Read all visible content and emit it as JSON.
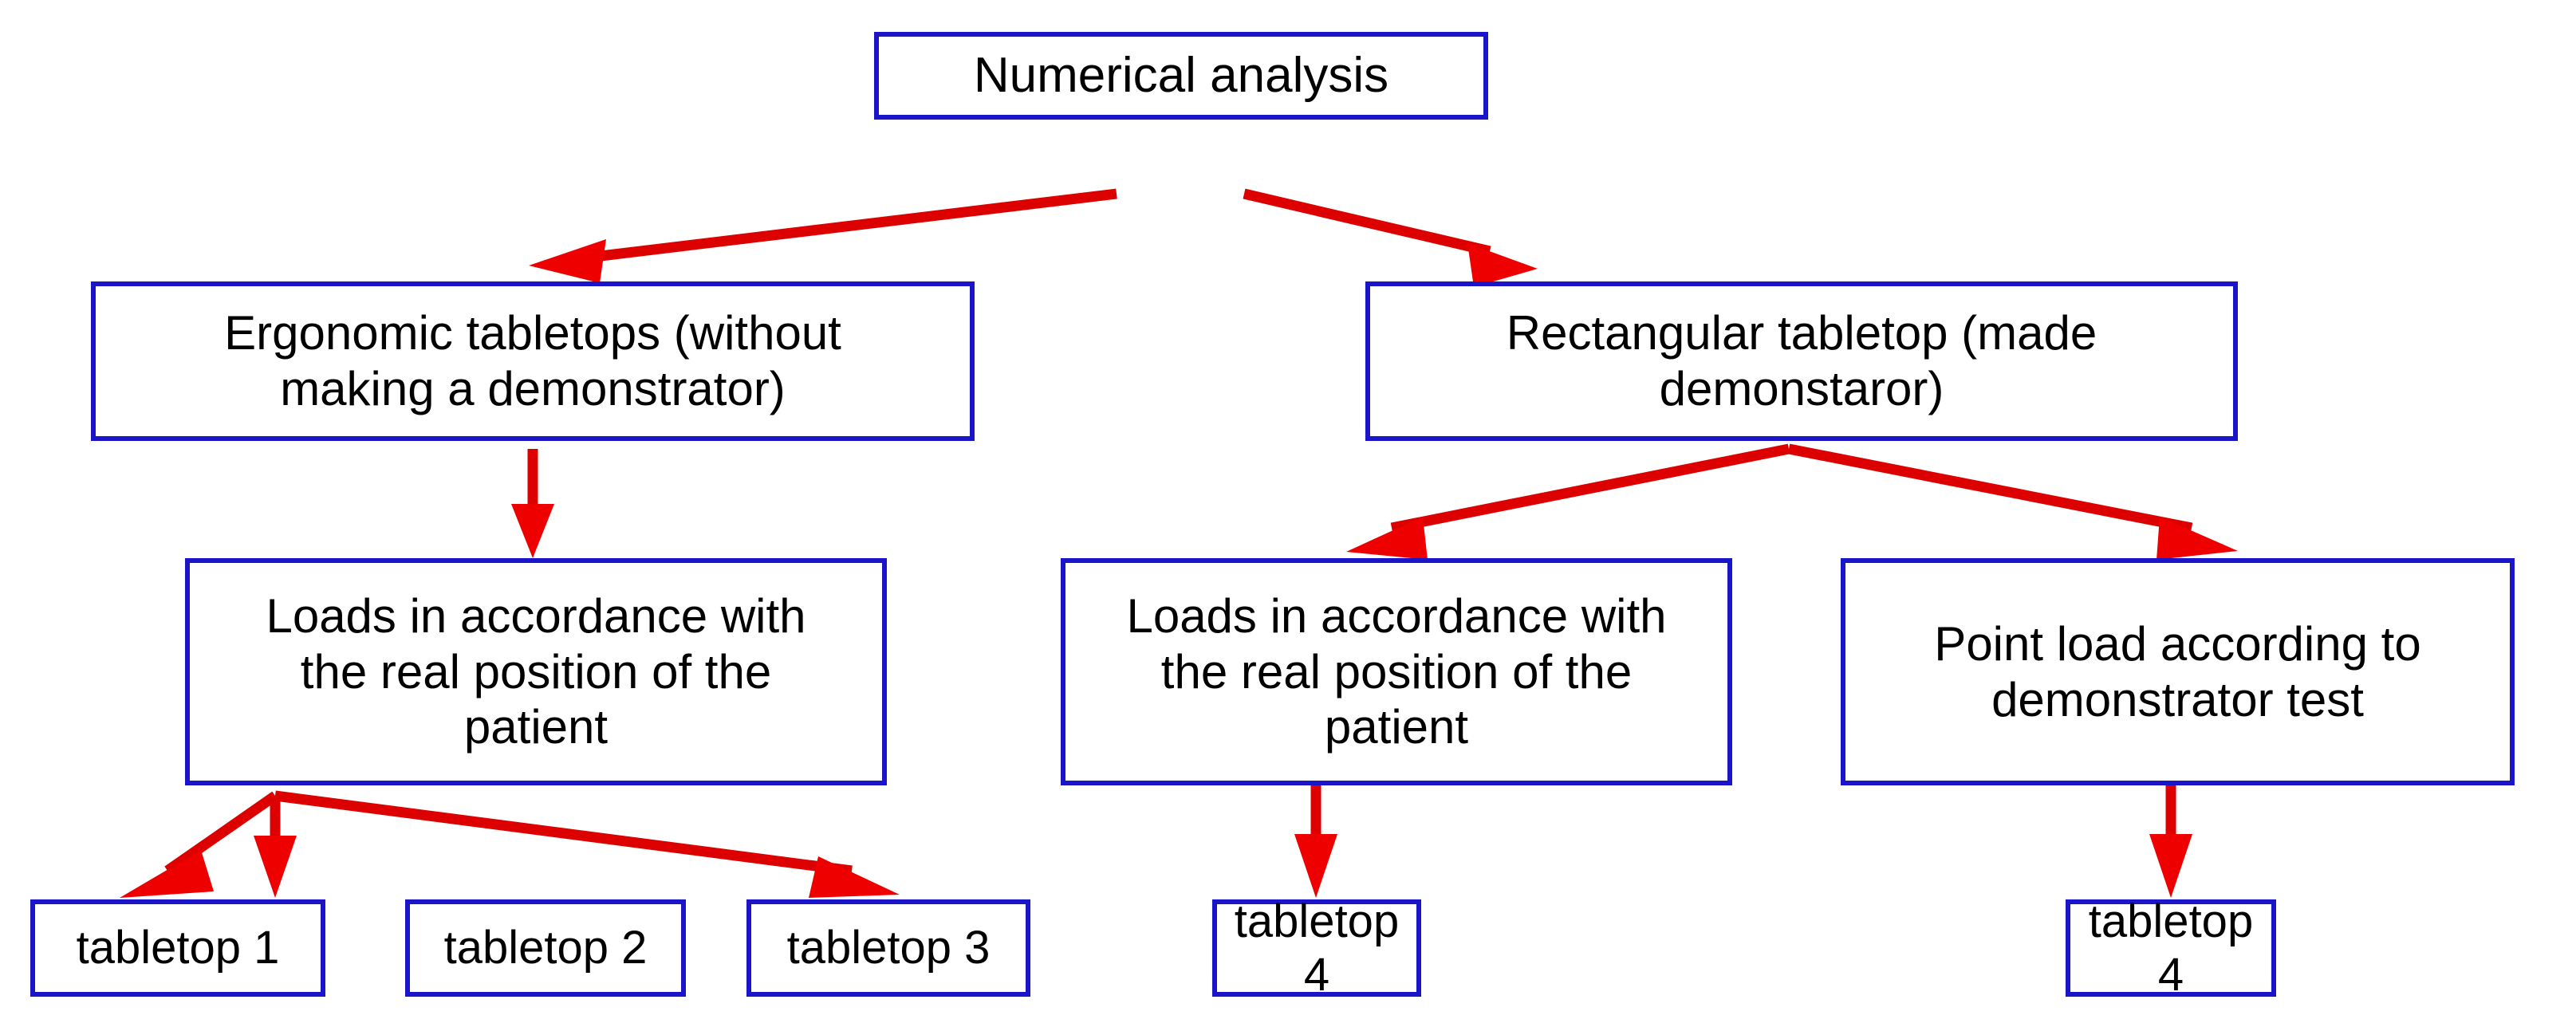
{
  "diagram": {
    "title": "Numerical analysis decision tree",
    "colors": {
      "box_border": "#1a15c8",
      "arrow": "#dd0000",
      "text": "#000000",
      "background": "#ffffff"
    },
    "nodes": {
      "root": {
        "label": "Numerical analysis"
      },
      "level2": [
        {
          "label": "Ergonomic tabletops (without\nmaking a demonstrator)"
        },
        {
          "label": "Rectangular tabletop (made\ndemonstaror)"
        }
      ],
      "level3": [
        {
          "label": "Loads in accordance with\nthe real position of the\npatient"
        },
        {
          "label": "Loads in accordance with\nthe real position of the\npatient"
        },
        {
          "label": "Point load according to\ndemonstrator test"
        }
      ],
      "leaves": [
        {
          "label": "tabletop 1"
        },
        {
          "label": "tabletop 2"
        },
        {
          "label": "tabletop 3"
        },
        {
          "label": "tabletop 4"
        },
        {
          "label": "tabletop 4"
        }
      ]
    },
    "connectors": [
      {
        "from": "root",
        "to": "ergonomic-tabletops"
      },
      {
        "from": "root",
        "to": "rectangular-tabletop"
      },
      {
        "from": "ergonomic-tabletops",
        "to": "loads-real-position-left"
      },
      {
        "from": "rectangular-tabletop",
        "to": "loads-real-position-middle"
      },
      {
        "from": "rectangular-tabletop",
        "to": "point-load-demonstrator"
      },
      {
        "from": "loads-real-position-left",
        "to": "tabletop-1"
      },
      {
        "from": "loads-real-position-left",
        "to": "tabletop-2"
      },
      {
        "from": "loads-real-position-left",
        "to": "tabletop-3"
      },
      {
        "from": "loads-real-position-middle",
        "to": "tabletop-4-middle"
      },
      {
        "from": "point-load-demonstrator",
        "to": "tabletop-4-right"
      }
    ]
  }
}
